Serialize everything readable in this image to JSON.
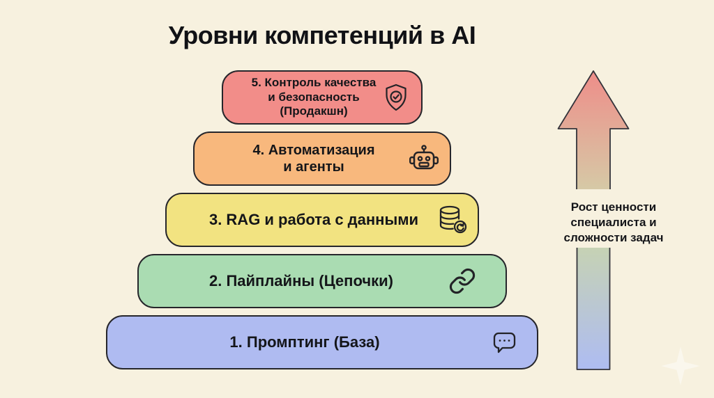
{
  "title": "Уровни компетенций в AI",
  "background": "#F7F1DF",
  "border_color": "#26262B",
  "text_color": "#141519",
  "levels": [
    {
      "num": 5,
      "lines": [
        "5. Контроль качества",
        "и безопасность",
        "(Продакшн)"
      ],
      "color": "#F28D89",
      "icon": "shield-check-icon"
    },
    {
      "num": 4,
      "lines": [
        "4. Автоматизация",
        "и агенты"
      ],
      "color": "#F8B87D",
      "icon": "robot-icon"
    },
    {
      "num": 3,
      "lines": [
        "3. RAG и работа с данными"
      ],
      "color": "#F2E381",
      "icon": "database-sync-icon"
    },
    {
      "num": 2,
      "lines": [
        "2. Пайплайны (Цепочки)"
      ],
      "color": "#AADCB2",
      "icon": "chain-link-icon"
    },
    {
      "num": 1,
      "lines": [
        "1. Промптинг (База)"
      ],
      "color": "#AFBBF1",
      "icon": "chat-bubble-icon"
    }
  ],
  "arrow": {
    "caption_lines": [
      "Рост ценности",
      "специалиста и",
      "сложности задач"
    ],
    "colors": {
      "top": "#EE8D89",
      "upper_bottom": "#D6C9A6",
      "lower_top": "#C6D2B4",
      "bottom": "#AEBCF2"
    }
  }
}
